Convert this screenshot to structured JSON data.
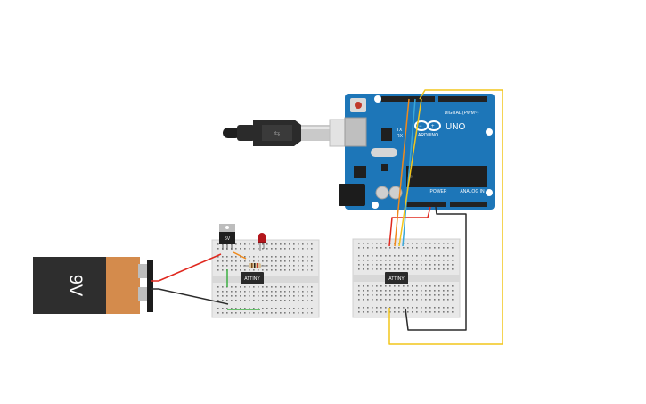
{
  "battery": {
    "label": "9V",
    "body_color": "#2e2e2e",
    "cap_color": "#d48b4c"
  },
  "regulator": {
    "label": "5V"
  },
  "chips": {
    "left_label": "ATTINY",
    "right_label": "ATTINY"
  },
  "arduino": {
    "brand": "ARDUINO",
    "model": "UNO",
    "digital_label": "DIGITAL (PWM~)",
    "power_label": "POWER",
    "analog_label": "ANALOG IN",
    "tx_label": "TX",
    "rx_label": "RX",
    "board_color": "#1d76b8"
  },
  "wires": {
    "red": "#e0281f",
    "black": "#2b2b2b",
    "yellow": "#f2c51c",
    "orange": "#f08a1c",
    "blue": "#3aa7d8",
    "green": "#3cb043"
  },
  "icons": {
    "usb_cable": "usb-cable-icon",
    "led": "red-led-icon",
    "resistor": "resistor-icon"
  }
}
